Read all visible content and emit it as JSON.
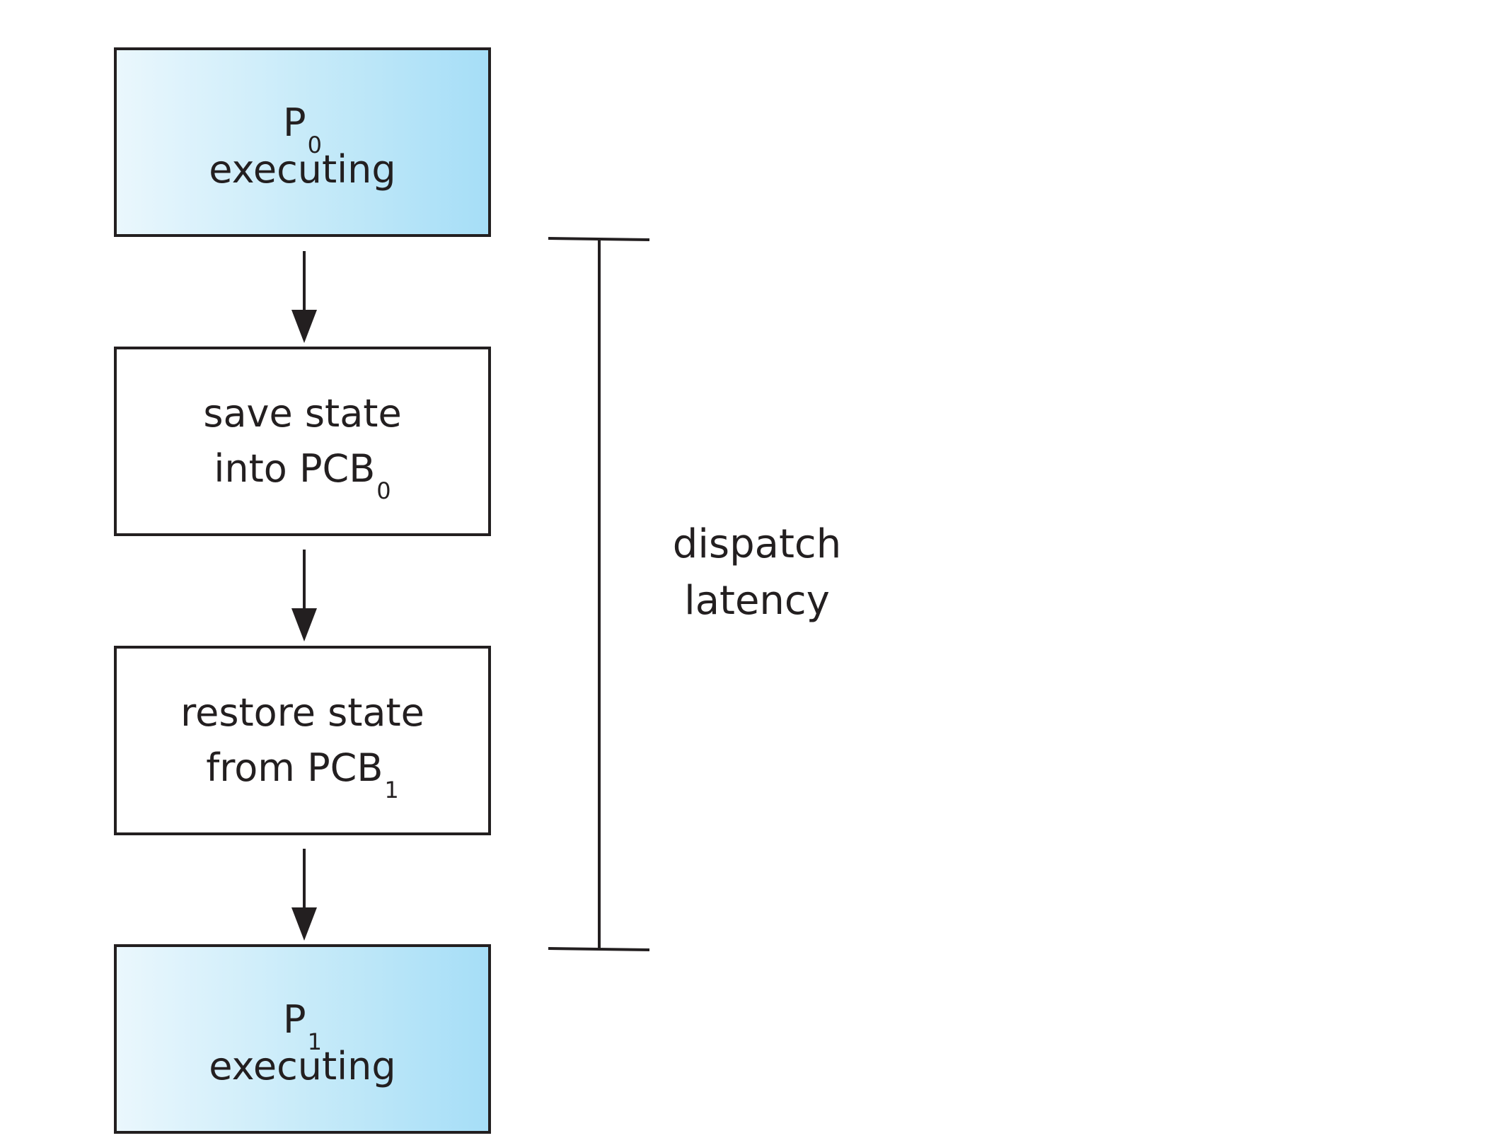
{
  "boxes": {
    "p0": {
      "symbol": "P",
      "subscript": "0",
      "line2": "executing"
    },
    "save": {
      "line1": "save state",
      "line2_prefix": "into PCB",
      "line2_subscript": "0"
    },
    "restore": {
      "line1": "restore state",
      "line2_prefix": "from PCB",
      "line2_subscript": "1"
    },
    "p1": {
      "symbol": "P",
      "subscript": "1",
      "line2": "executing"
    }
  },
  "latency": {
    "line1": "dispatch",
    "line2": "latency"
  },
  "colors": {
    "stroke": "#231f20",
    "exec_fill_light": "#eaf7fd",
    "exec_fill_dark": "#a6def7"
  }
}
